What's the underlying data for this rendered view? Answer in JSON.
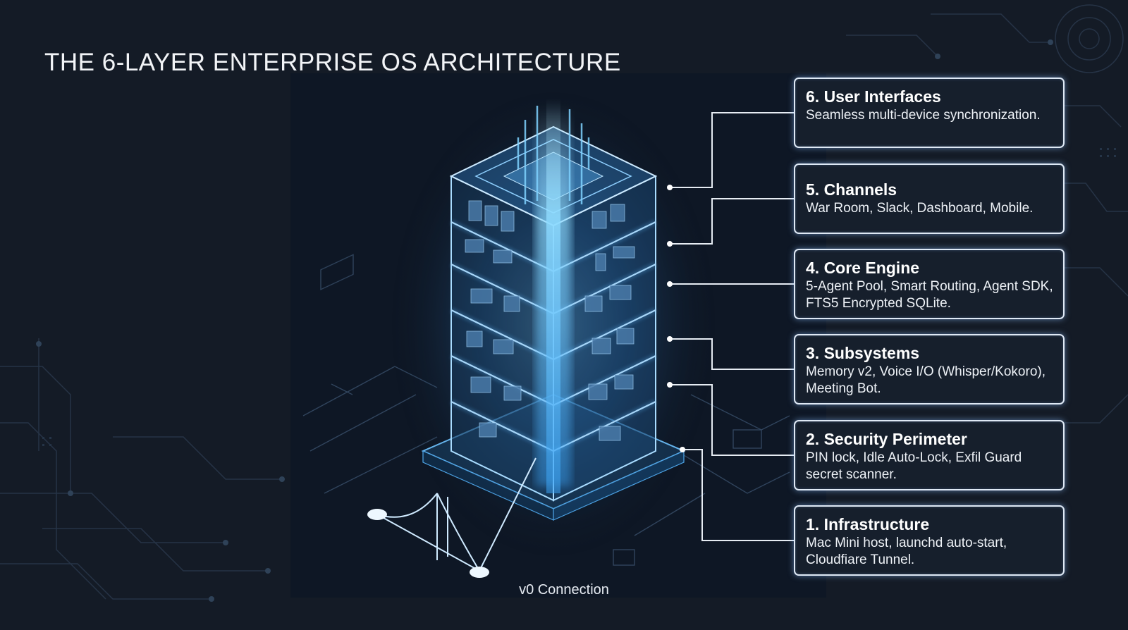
{
  "title": "THE 6-LAYER ENTERPRISE OS ARCHITECTURE",
  "caption": "v0 Connection",
  "layers": [
    {
      "title": "6. User Interfaces",
      "description": "Seamless multi-device synchronization."
    },
    {
      "title": "5. Channels",
      "description": "War Room, Slack, Dashboard, Mobile."
    },
    {
      "title": "4. Core Engine",
      "description": "5-Agent Pool, Smart Routing, Agent SDK, FTS5 Encrypted SQLite."
    },
    {
      "title": "3. Subsystems",
      "description": "Memory v2, Voice I/O (Whisper/Kokoro), Meeting Bot."
    },
    {
      "title": "2. Security Perimeter",
      "description": "PIN lock, Idle Auto-Lock, Exfil Guard secret scanner."
    },
    {
      "title": "1. Infrastructure",
      "description": "Mac Mini host, launchd auto-start, Cloudfiare Tunnel."
    }
  ],
  "colors": {
    "background": "#141b26",
    "glow": "#6fc3ff",
    "card_border": "#dfe9f5",
    "connector": "#e6ecf3"
  }
}
